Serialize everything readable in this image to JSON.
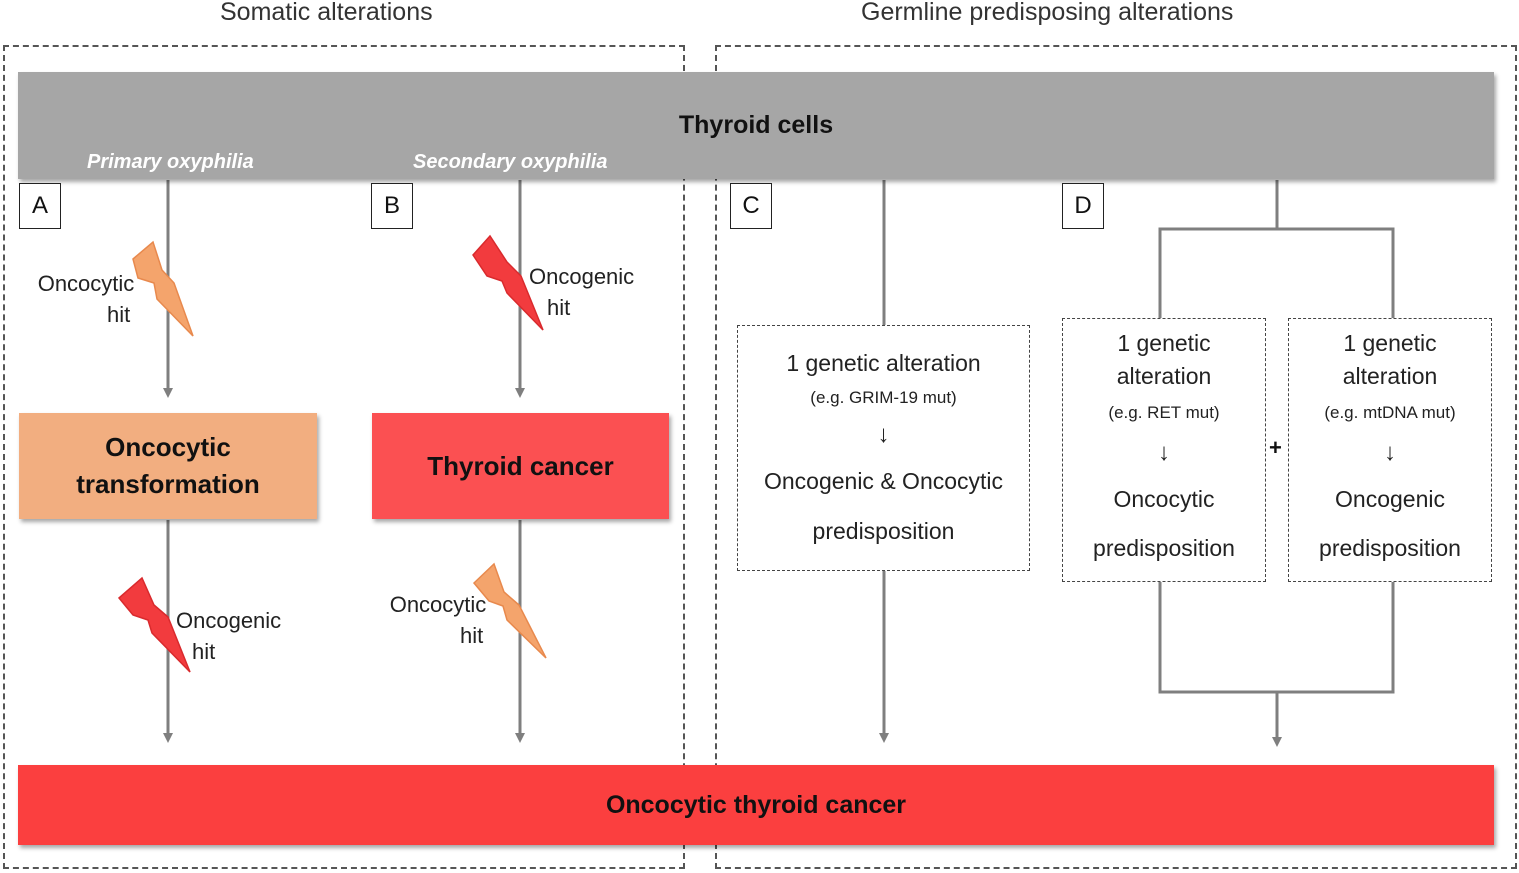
{
  "sections": {
    "somatic_title": "Somatic alterations",
    "germline_title": "Germline predisposing alterations"
  },
  "top_bar": {
    "label": "Thyroid cells",
    "primary_label": "Primary oxyphilia",
    "secondary_label": "Secondary oxyphilia"
  },
  "panels": {
    "a": "A",
    "b": "B",
    "c": "C",
    "d": "D"
  },
  "path_a": {
    "hit1_line1": "Oncocytic",
    "hit1_line2": "hit",
    "box_line1": "Oncocytic",
    "box_line2": "transformation",
    "hit2_line1": "Oncogenic",
    "hit2_line2": "hit"
  },
  "path_b": {
    "hit1_line1": "Oncogenic",
    "hit1_line2": "hit",
    "box": "Thyroid cancer",
    "hit2_line1": "Oncocytic",
    "hit2_line2": "hit"
  },
  "path_c": {
    "title": "1 genetic alteration",
    "example": "(e.g. GRIM-19 mut)",
    "arrow": "↓",
    "result_line1": "Oncogenic & Oncocytic",
    "result_line2": "predisposition"
  },
  "path_d": {
    "left": {
      "title_line1": "1 genetic",
      "title_line2": "alteration",
      "example": "(e.g. RET mut)",
      "arrow": "↓",
      "result_line1": "Oncocytic",
      "result_line2": "predisposition"
    },
    "plus": "+",
    "right": {
      "title_line1": "1 genetic",
      "title_line2": "alteration",
      "example": "(e.g. mtDNA mut)",
      "arrow": "↓",
      "result_line1": "Oncogenic",
      "result_line2": "predisposition"
    }
  },
  "bottom_bar": {
    "label": "Oncocytic thyroid cancer"
  },
  "colors": {
    "top_bar": "#a6a6a6",
    "oncocytic": "#f2ae80",
    "cancer": "#fb5052",
    "bottom_bar": "#fb3f3f",
    "connector": "#7f7f7f",
    "bolt_orange": "#f4a46c",
    "bolt_red": "#f23b3e"
  }
}
